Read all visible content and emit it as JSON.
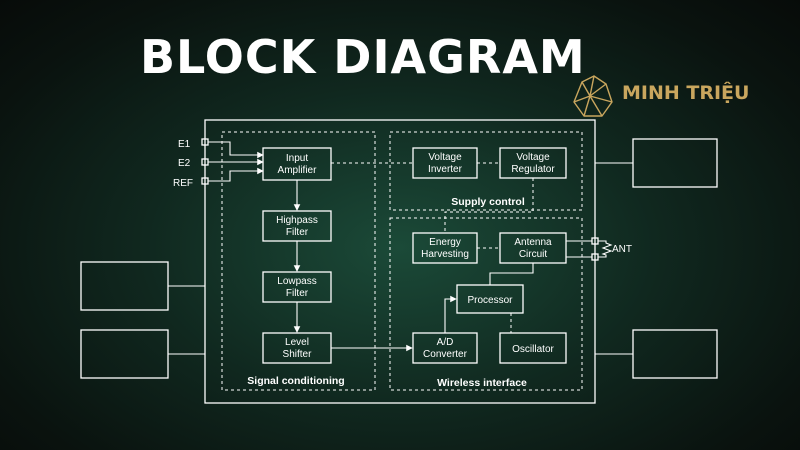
{
  "title": "BLOCK DIAGRAM",
  "logo": {
    "text": "MINH TRIỆU",
    "icon": "crystal-icon",
    "color": "#c9a65e"
  },
  "inputs": {
    "e1": "E1",
    "e2": "E2",
    "ref": "REF"
  },
  "antenna_label": "ANT",
  "groups": {
    "signal_conditioning": "Signal conditioning",
    "supply_control": "Supply control",
    "wireless_interface": "Wireless interface"
  },
  "blocks": {
    "input_amplifier": [
      "Input",
      "Amplifier"
    ],
    "highpass_filter": [
      "Highpass",
      "Filter"
    ],
    "lowpass_filter": [
      "Lowpass",
      "Filter"
    ],
    "level_shifter": [
      "Level",
      "Shifter"
    ],
    "voltage_inverter": [
      "Voltage",
      "Inverter"
    ],
    "voltage_regulator": [
      "Voltage",
      "Regulator"
    ],
    "energy_harvesting": [
      "Energy",
      "Harvesting"
    ],
    "antenna_circuit": [
      "Antenna",
      "Circuit"
    ],
    "processor": [
      "Processor"
    ],
    "ad_converter": [
      "A/D",
      "Converter"
    ],
    "oscillator": [
      "Oscillator"
    ]
  }
}
